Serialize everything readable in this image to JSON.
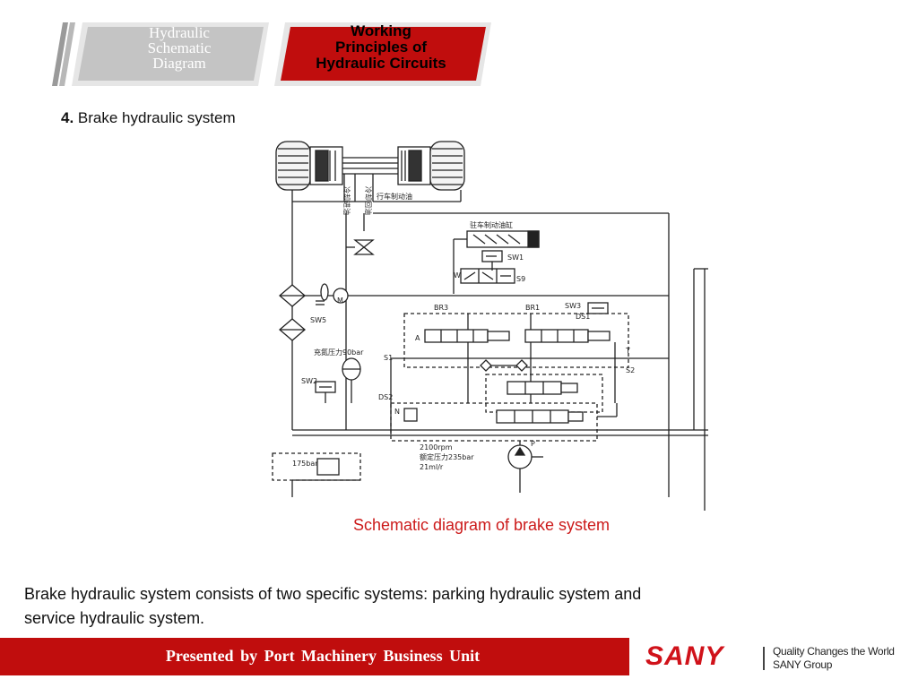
{
  "tabs": [
    {
      "label_lines": [
        "Hydraulic",
        "Schematic",
        "Diagram"
      ],
      "active": false
    },
    {
      "label_lines": [
        "Working",
        "Principles of",
        "Hydraulic Circuits"
      ],
      "active": true
    }
  ],
  "heading": {
    "number": "4.",
    "title": "Brake hydraulic system"
  },
  "diagram": {
    "labels": {
      "sw1": "SW1",
      "s9": "S9",
      "w": "W",
      "br3": "BR3",
      "br1": "BR1",
      "sw3": "SW3",
      "ds1": "DS1",
      "sw5": "SW5",
      "s1": "S1",
      "s2": "S2",
      "t": "T",
      "sw2": "SW2",
      "ds2": "DS2",
      "n": "N",
      "p": "P",
      "a": "A",
      "pressure_box": "175bar",
      "accum_label": "充氮压力90bar",
      "pump_spec": [
        "2100rpm",
        "额定压力235bar",
        "21ml/r"
      ],
      "top_label_1": "冷却进油",
      "top_label_2": "冷却回油",
      "brake_oil": "行车制动油",
      "parking_cyl": "驻车制动油缸",
      "motor": "M"
    }
  },
  "caption": "Schematic diagram of brake system",
  "body_text": "Brake hydraulic system consists of two specific systems: parking hydraulic system and service hydraulic system.",
  "footer": {
    "presented_by": "Presented   by  Port  Machinery  Business Unit",
    "brand": "SANY",
    "tagline_1": "Quality Changes the World",
    "tagline_2": "SANY Group"
  },
  "colors": {
    "accent_red": "#c00d0d",
    "tab_inactive": "#c4c4c4",
    "caption_red": "#cc1a1a",
    "brand_red": "#d0121a"
  }
}
